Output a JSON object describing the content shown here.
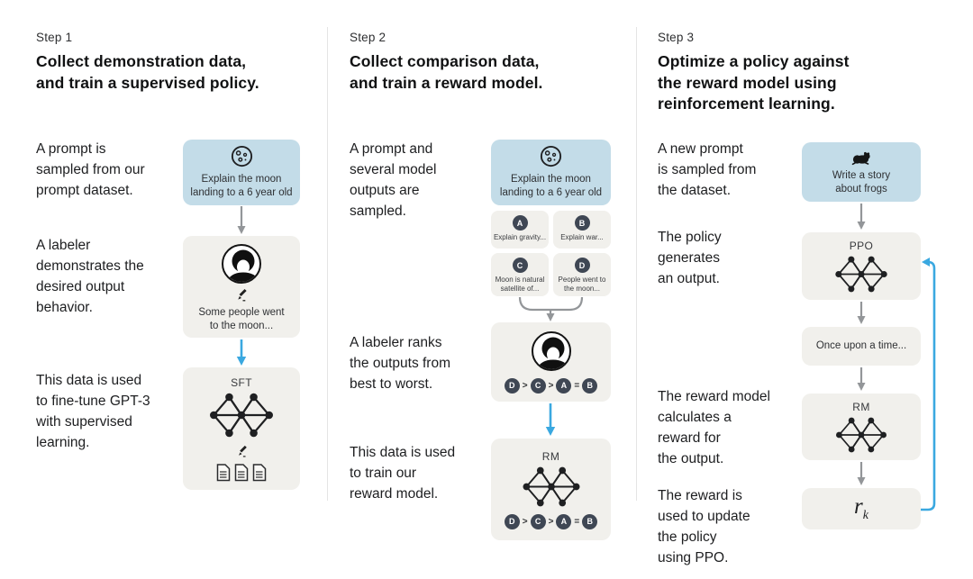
{
  "colors": {
    "prompt_box_blue": "#c3dce8",
    "box_gray": "#f1f0ec",
    "badge_dark": "#3f4754",
    "arrow_gray": "#939699",
    "arrow_blue": "#3aa8e0",
    "divider": "#e4e4e4",
    "text": "#1b1c1e"
  },
  "steps": [
    {
      "label": "Step 1",
      "title": "Collect demonstration data,\nand train a supervised policy.",
      "captions": [
        "A prompt is\nsampled from our\nprompt dataset.",
        "A labeler\ndemonstrates the\ndesired output\nbehavior.",
        "This data is used\nto fine-tune GPT-3\nwith supervised\nlearning."
      ],
      "prompt_box": {
        "icon": "moon-icon",
        "text": "Explain the moon\nlanding to a 6 year old"
      },
      "labeler_box": {
        "icon": "labeler-icon",
        "pencil": "pencil-icon",
        "text": "Some people went\nto the moon..."
      },
      "model_box": {
        "label": "SFT",
        "icon": "network-icon",
        "extras": [
          "pencil-icon",
          "documents-icon"
        ]
      }
    },
    {
      "label": "Step 2",
      "title": "Collect comparison data,\nand train a reward model.",
      "captions": [
        "A prompt and\nseveral model\noutputs are\nsampled.",
        "A labeler ranks\nthe outputs from\nbest to worst.",
        "This data is used\nto train our\nreward model."
      ],
      "prompt_box": {
        "icon": "moon-icon",
        "text": "Explain the moon\nlanding to a 6 year old"
      },
      "outputs": [
        {
          "id": "A",
          "text": "Explain gravity..."
        },
        {
          "id": "B",
          "text": "Explain war..."
        },
        {
          "id": "C",
          "text": "Moon is natural\nsatellite of..."
        },
        {
          "id": "D",
          "text": "People went to\nthe moon..."
        }
      ],
      "ranking": [
        "D",
        ">",
        "C",
        ">",
        "A",
        "=",
        "B"
      ],
      "model_box": {
        "label": "RM",
        "icon": "network-icon"
      }
    },
    {
      "label": "Step 3",
      "title": "Optimize a policy against\nthe reward model using\nreinforcement learning.",
      "captions": [
        "A new prompt\nis sampled from\nthe dataset.",
        "The policy\ngenerates\nan output.",
        "The reward model\ncalculates a\nreward for\nthe output.",
        "The reward is\nused to update\nthe policy\nusing PPO."
      ],
      "prompt_box": {
        "icon": "frog-icon",
        "text": "Write a story\nabout frogs"
      },
      "policy_box": {
        "label": "PPO",
        "icon": "network-icon"
      },
      "output_box": {
        "text": "Once upon a time..."
      },
      "reward_box": {
        "label": "RM",
        "icon": "network-icon"
      },
      "reward_value_box": {
        "main": "r",
        "sub": "k"
      }
    }
  ]
}
